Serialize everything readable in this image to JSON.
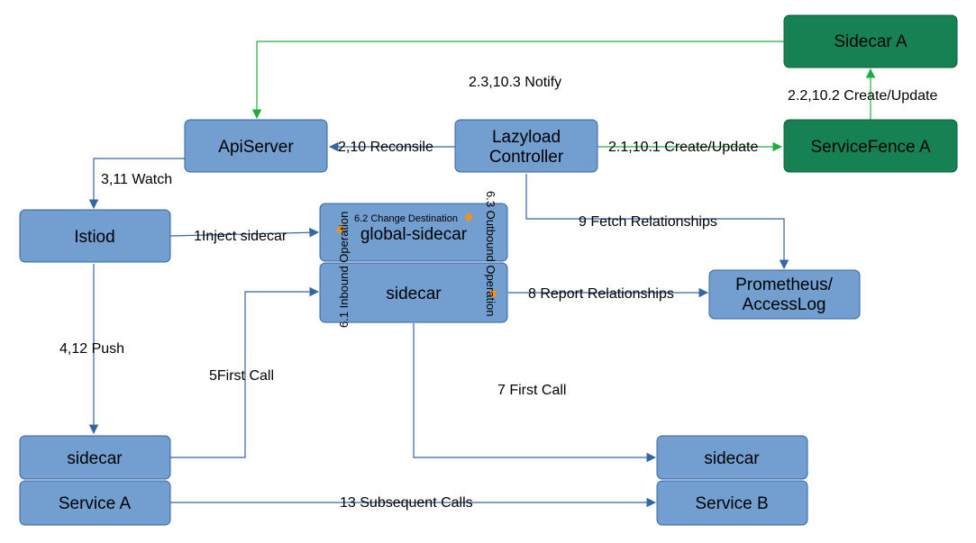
{
  "nodes": {
    "sidecar_a_top": "Sidecar A",
    "apiserver": "ApiServer",
    "lazyload_line1": "Lazyload",
    "lazyload_line2": "Controller",
    "servicefence_a": "ServiceFence A",
    "istiod": "Istiod",
    "global_sidecar": "global-sidecar",
    "sidecar_center": "sidecar",
    "prometheus_line1": "Prometheus/",
    "prometheus_line2": "AccessLog",
    "sidecar_left": "sidecar",
    "service_a": "Service A",
    "sidecar_right": "sidecar",
    "service_b": "Service B"
  },
  "edges": {
    "notify": "2.3,10.3 Notify",
    "create_update_sidecar": "2.2,10.2 Create/Update",
    "reconsile": "2,10 Reconsile",
    "create_update_fence": "2.1,10.1 Create/Update",
    "watch": "3,11 Watch",
    "inject": "1Inject sidecar",
    "change_destination": "6.2 Change Destination",
    "inbound": "6.1 Inbound Operation",
    "outbound": "6.3 Outbound Operation",
    "fetch": "9 Fetch Relationships",
    "report": "8 Report Relationships",
    "push": "4,12 Push",
    "first_call_5": "5First Call",
    "first_call_7": "7 First Call",
    "subsequent": "13 Subsequent Calls"
  },
  "colors": {
    "node_blue": "#729fcf",
    "node_green": "#168253",
    "edge_blue": "#3465a4",
    "edge_green": "#1eae3e",
    "marker_orange": "#f0921a"
  }
}
